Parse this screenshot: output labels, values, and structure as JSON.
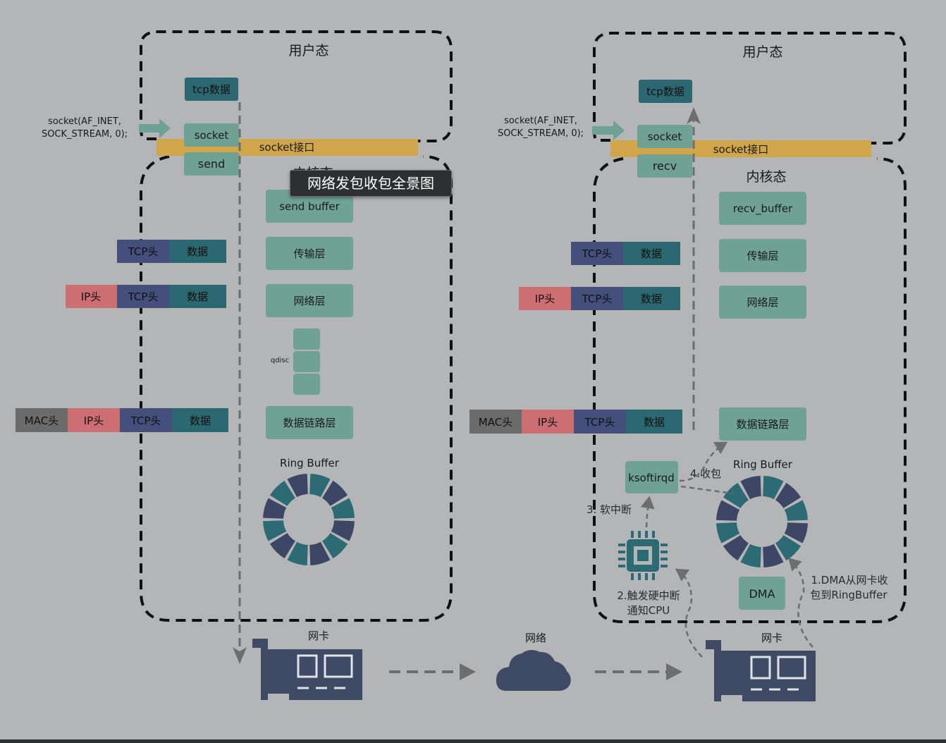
{
  "tooltip": "网络发包收包全景图",
  "colors": {
    "background": "#b4b5b6",
    "teal_block": "#6fa295",
    "dark_teal": "#2c6871",
    "navy": "#444f7c",
    "red": "#cd6e72",
    "gray": "#6b6b6b",
    "gold": "#d1a64b",
    "nic": "#3f4a64",
    "ring_dark": "#3d4765",
    "ring_teal": "#2d6b74",
    "border": "#111111",
    "arrow": "#6d6d6d"
  },
  "sender": {
    "user_title": "用户态",
    "kernel_title": "内核态",
    "socket_call": [
      "socket(AF_INET,",
      "SOCK_STREAM, 0);"
    ],
    "tcp_data": "tcp数据",
    "socket": "socket",
    "send": "send",
    "socket_api": "socket接口",
    "layers": {
      "buffer": "send buffer",
      "transport": "传输层",
      "network": "网络层",
      "qdisc": "qdisc",
      "link": "数据链路层"
    },
    "ring_buffer": "Ring Buffer",
    "nic": "网卡",
    "packets": {
      "row1": [
        "TCP头",
        "数据"
      ],
      "row2": [
        "IP头",
        "TCP头",
        "数据"
      ],
      "row3": [
        "MAC头",
        "IP头",
        "TCP头",
        "数据"
      ]
    }
  },
  "network_label": "网络",
  "receiver": {
    "user_title": "用户态",
    "kernel_title": "内核态",
    "socket_call": [
      "socket(AF_INET,",
      "SOCK_STREAM, 0);"
    ],
    "tcp_data": "tcp数据",
    "socket": "socket",
    "recv": "recv",
    "socket_api": "socket接口",
    "layers": {
      "buffer": "recv_buffer",
      "transport": "传输层",
      "network": "网络层",
      "link": "数据链路层"
    },
    "ring_buffer": "Ring Buffer",
    "ksoftirqd": "ksoftirqd",
    "dma": "DMA",
    "nic": "网卡",
    "steps": {
      "s1": [
        "1.DMA从网卡收",
        "包到RingBuffer"
      ],
      "s2": [
        "2.触发硬中断",
        "通知CPU"
      ],
      "s3": "3. 软中断",
      "s4": "4.收包"
    },
    "packets": {
      "row1": [
        "TCP头",
        "数据"
      ],
      "row2": [
        "IP头",
        "TCP头",
        "数据"
      ],
      "row3": [
        "MAC头",
        "IP头",
        "TCP头",
        "数据"
      ]
    }
  }
}
